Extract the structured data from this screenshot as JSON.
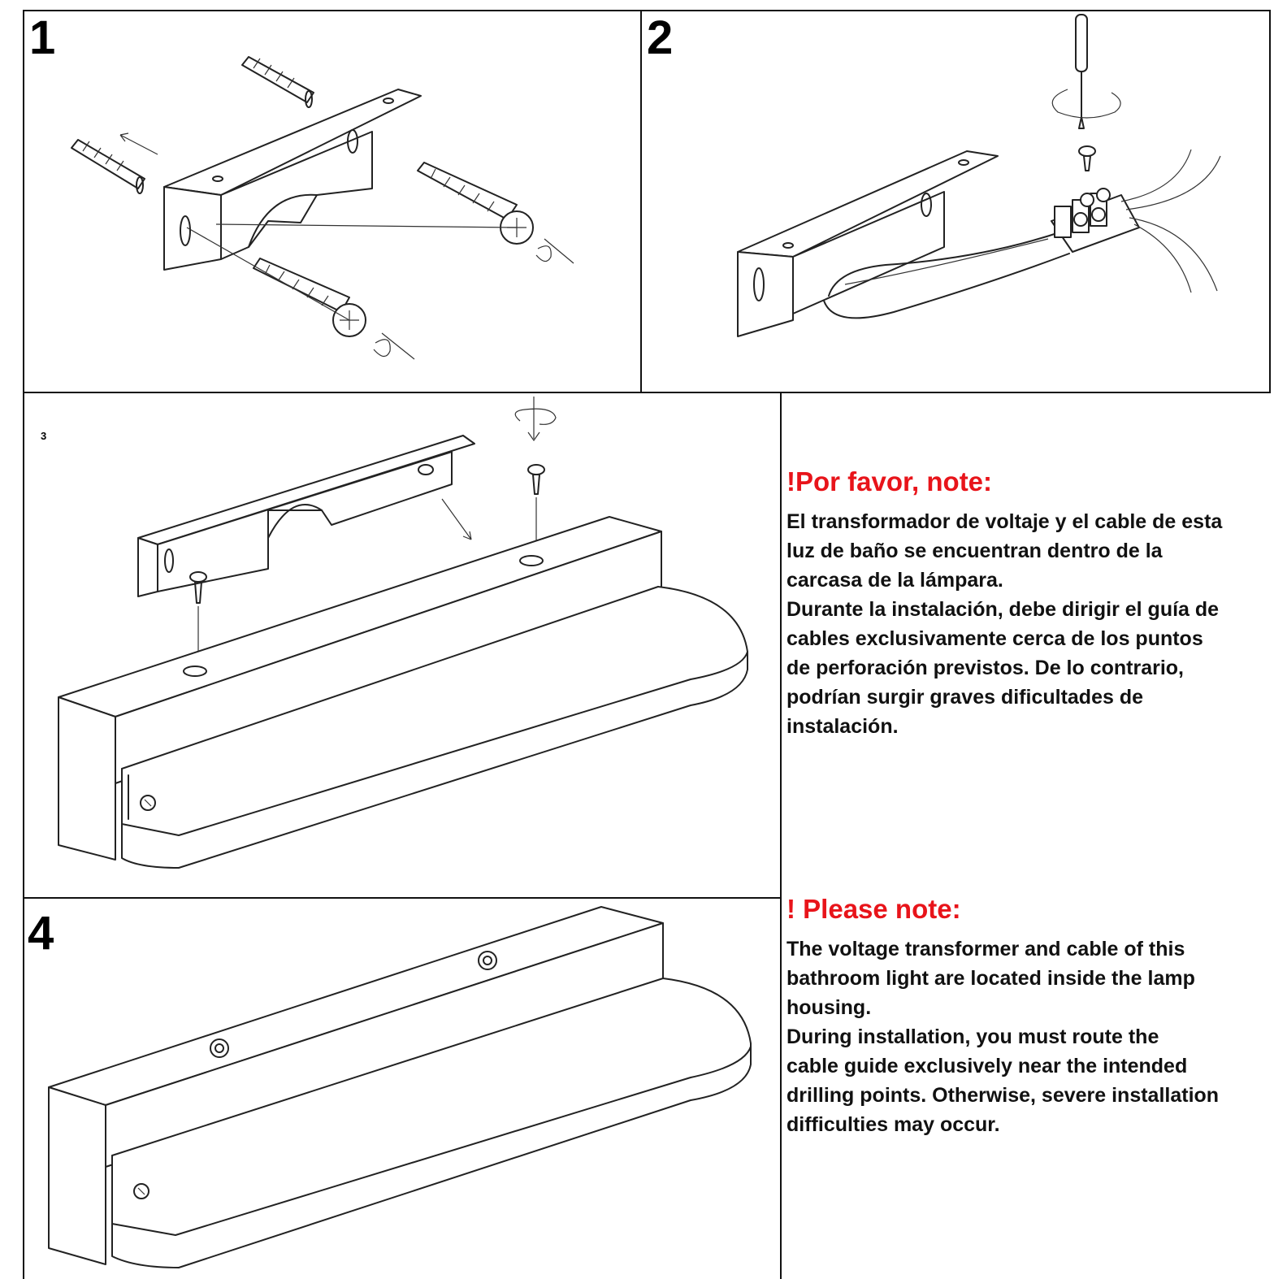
{
  "steps": {
    "step1": "1",
    "step2": "2",
    "step3": "3",
    "step4": "4"
  },
  "note_es": {
    "title": "!Por favor, note:",
    "lines": [
      "El transformador de voltaje y el cable de esta",
      "luz de baño se encuentran dentro de la",
      "carcasa de la lámpara.",
      "Durante la instalación, debe dirigir el guía de",
      "cables exclusivamente cerca de los puntos",
      "de perforación previstos. De lo contrario,",
      "podrían surgir graves dificultades de",
      "instalación."
    ]
  },
  "note_en": {
    "title": "! Please note:",
    "lines": [
      "The voltage transformer and cable of this",
      "bathroom light are located inside the lamp",
      "housing.",
      "During installation, you must route the",
      "cable guide exclusively near the intended",
      "drilling points. Otherwise, severe installation",
      "difficulties may occur."
    ]
  },
  "colors": {
    "note_title": "#e8141a",
    "text": "#111111",
    "border": "#111111"
  }
}
